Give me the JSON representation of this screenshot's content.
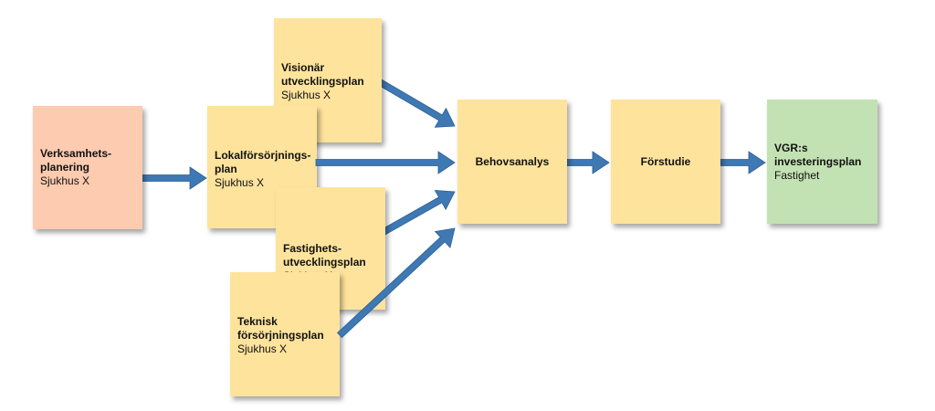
{
  "colors": {
    "arrow": "#3f79b4",
    "arrow_light": "#6fa3d6",
    "yellow": "#fde39c",
    "salmon": "#fccbb0",
    "green": "#c3e2b3"
  },
  "boxes": {
    "verksamhet": {
      "title": "Verksamhets-\nplanering",
      "subtitle": "Sjukhus X"
    },
    "visionar": {
      "title": "Visionär\nutvecklingsplan",
      "subtitle": "Sjukhus X"
    },
    "lokal": {
      "title": "Lokalförsörjnings-\nplan",
      "subtitle": "Sjukhus X"
    },
    "fastighet": {
      "title": "Fastighets-\nutvecklingsplan",
      "subtitle": "Sjukhus X"
    },
    "teknisk": {
      "title": "Teknisk\nförsörjningsplan",
      "subtitle": "Sjukhus X"
    },
    "behov": {
      "title": "Behovsanalys"
    },
    "forstudie": {
      "title": "Förstudie"
    },
    "vgr": {
      "title": "VGR:s\ninvesteringsplan",
      "subtitle": "Fastighet"
    }
  }
}
